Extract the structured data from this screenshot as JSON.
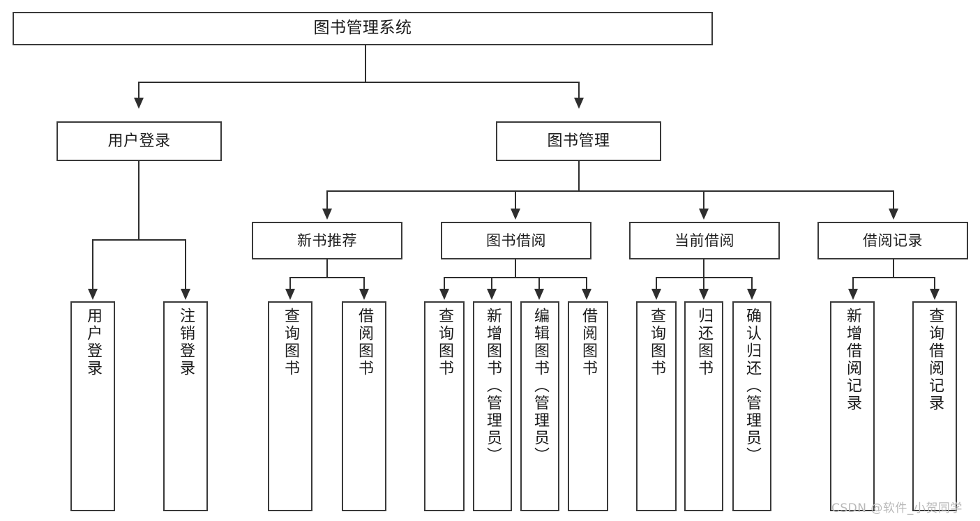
{
  "diagram": {
    "title": "图书管理系统",
    "type": "tree",
    "root": {
      "label": "图书管理系统",
      "children": [
        {
          "label": "用户登录",
          "children": [
            {
              "label": "用户登录"
            },
            {
              "label": "注销登录"
            }
          ]
        },
        {
          "label": "图书管理",
          "children": [
            {
              "label": "新书推荐",
              "children": [
                {
                  "label": "查询图书"
                },
                {
                  "label": "借阅图书"
                }
              ]
            },
            {
              "label": "图书借阅",
              "children": [
                {
                  "label": "查询图书"
                },
                {
                  "label": "新增图书（管理员）"
                },
                {
                  "label": "编辑图书（管理员）"
                },
                {
                  "label": "借阅图书"
                }
              ]
            },
            {
              "label": "当前借阅",
              "children": [
                {
                  "label": "查询图书"
                },
                {
                  "label": "归还图书"
                },
                {
                  "label": "确认归还（管理员）"
                }
              ]
            },
            {
              "label": "借阅记录",
              "children": [
                {
                  "label": "新增借阅记录"
                },
                {
                  "label": "查询借阅记录"
                }
              ]
            }
          ]
        }
      ]
    }
  },
  "nodes": {
    "root": "图书管理系统",
    "user_login": "用户登录",
    "book_manage": "图书管理",
    "new_book_rec": "新书推荐",
    "book_borrow": "图书借阅",
    "current_borrow": "当前借阅",
    "borrow_record": "借阅记录",
    "leaf_user_login": "用户登录",
    "leaf_logout": "注销登录",
    "leaf_query_book_1": "查询图书",
    "leaf_borrow_book_1": "借阅图书",
    "leaf_query_book_2": "查询图书",
    "leaf_add_book": "新增图书（管理员）",
    "leaf_edit_book": "编辑图书（管理员）",
    "leaf_borrow_book_2": "借阅图书",
    "leaf_query_book_3": "查询图书",
    "leaf_return_book": "归还图书",
    "leaf_confirm_return": "确认归还（管理员）",
    "leaf_add_record": "新增借阅记录",
    "leaf_query_record": "查询借阅记录"
  },
  "watermark": {
    "text": "CSDN @软件_小贺同学"
  },
  "colors": {
    "border": "#3a3a3a",
    "connector": "#2e2e2e",
    "text": "#1b1b1b",
    "background": "#ffffff",
    "watermark": "#b9b9b9"
  }
}
